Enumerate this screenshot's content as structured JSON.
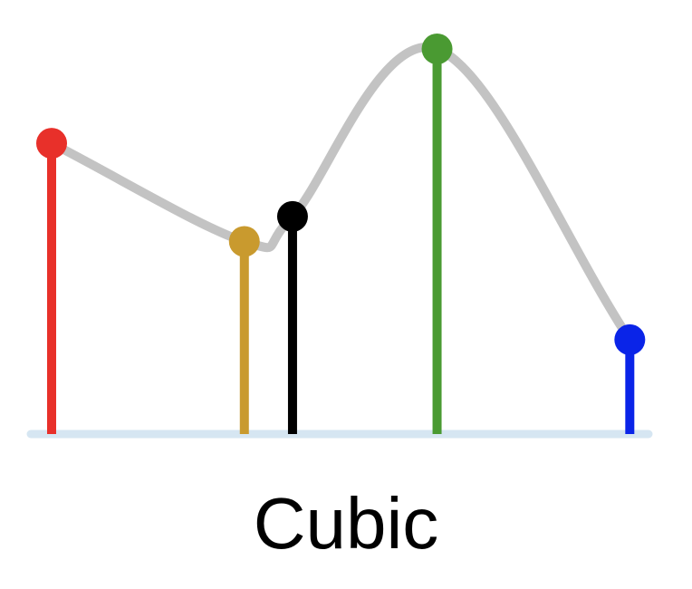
{
  "caption": "Cubic",
  "colors": {
    "curve": "#c0c0c0",
    "baseline": "#d6e6f2",
    "baseline_edge": "#e6e6e6"
  },
  "chart_data": {
    "type": "scatter",
    "title": "Cubic",
    "interpolation": "cubic",
    "ylim": [
      0,
      1
    ],
    "points": [
      {
        "x": 0.0,
        "y": 0.755,
        "color": "#e8302a"
      },
      {
        "x": 0.3077,
        "y": 0.5,
        "color": "#c99a2e"
      },
      {
        "x": 0.3846,
        "y": 0.565,
        "color": "#000000"
      },
      {
        "x": 0.6154,
        "y": 1.0,
        "color": "#4a9a32"
      },
      {
        "x": 0.9231,
        "y": 0.245,
        "color": "#0a24e8"
      }
    ]
  }
}
